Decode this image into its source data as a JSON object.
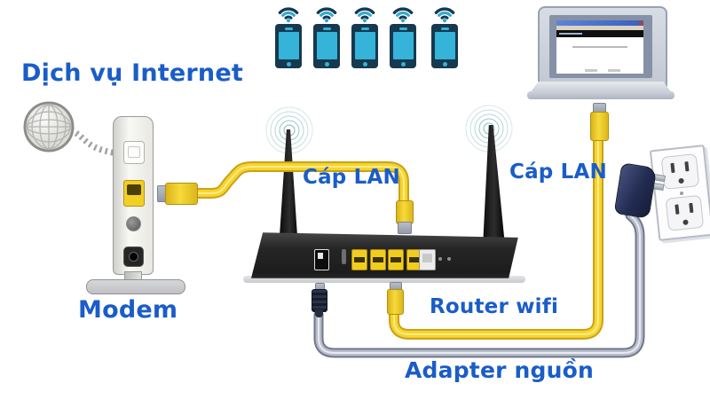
{
  "diagram": {
    "labels": {
      "internet_service": "Dịch vụ Internet",
      "modem": "Modem",
      "lan_cable_left": "Cáp LAN",
      "lan_cable_right": "Cáp LAN",
      "router": "Router wifi",
      "power_adapter": "Adapter nguồn"
    },
    "devices": {
      "phones": {
        "count": 5
      },
      "router": {
        "antennas": 2,
        "lan_ports": 4,
        "wan_ports": 1
      }
    },
    "colors": {
      "label_blue": "#1a5dc8",
      "lan_cable_yellow": "#f2cf24",
      "power_cable_gray": "#b7bdca",
      "phone_navy": "#16394f",
      "phone_screen_cyan": "#36b3d8",
      "router_black": "#222222",
      "wifi_ring_teal": "#76b0b2"
    }
  }
}
